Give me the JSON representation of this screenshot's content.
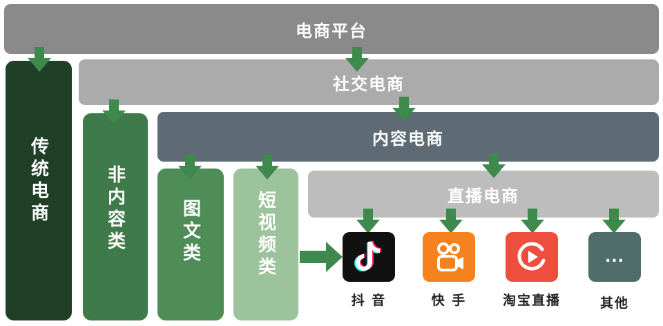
{
  "colors": {
    "dark_gray": "#8a8a8a",
    "light_gray": "#ababab",
    "slate": "#5e6a74",
    "lighter_gray": "#bdbdbd",
    "dark_green": "#1f3f27",
    "mid_green": "#3f7a4a",
    "green": "#4f8d57",
    "light_green": "#9cc39b",
    "arrow_green": "#3d8a4c"
  },
  "bars": {
    "ecommerce_platform": "电商平台",
    "social_ecommerce": "社交电商",
    "content_ecommerce": "内容电商",
    "live_ecommerce": "直播电商"
  },
  "columns": {
    "traditional": "传统电商",
    "non_content": "非内容类",
    "image_text": "图文类",
    "short_video": "短视频类"
  },
  "apps": [
    {
      "label": "抖 音",
      "icon": "douyin-icon"
    },
    {
      "label": "快 手",
      "icon": "kuaishou-icon"
    },
    {
      "label": "淘宝直播",
      "icon": "taobao-live-icon"
    },
    {
      "label": "其他",
      "icon": "more-icon",
      "glyph": "..."
    }
  ]
}
